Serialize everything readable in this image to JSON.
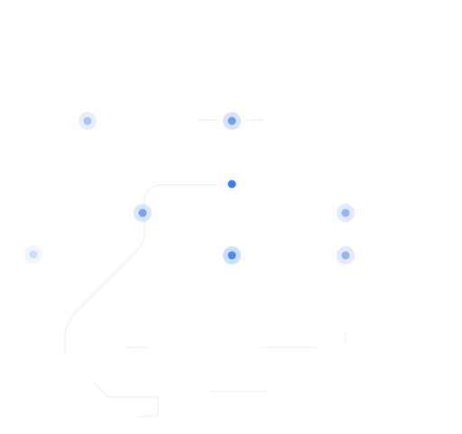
{
  "colors": {
    "background": "#ffffff",
    "node_core": "#3b7ded",
    "node_halo": "#c9dcfb",
    "faint_line": "#f3f4f6"
  },
  "nodes": [
    {
      "id": "n1",
      "opacity": 0.45,
      "halo": true
    },
    {
      "id": "n2",
      "opacity": 0.75,
      "halo": true
    },
    {
      "id": "n3",
      "opacity": 1.0,
      "halo": false
    },
    {
      "id": "n4",
      "opacity": 0.7,
      "halo": true
    },
    {
      "id": "n5",
      "opacity": 0.55,
      "halo": true
    },
    {
      "id": "n6",
      "opacity": 0.25,
      "halo": true
    },
    {
      "id": "n7",
      "opacity": 0.9,
      "halo": true
    },
    {
      "id": "n8",
      "opacity": 0.55,
      "halo": true
    }
  ]
}
